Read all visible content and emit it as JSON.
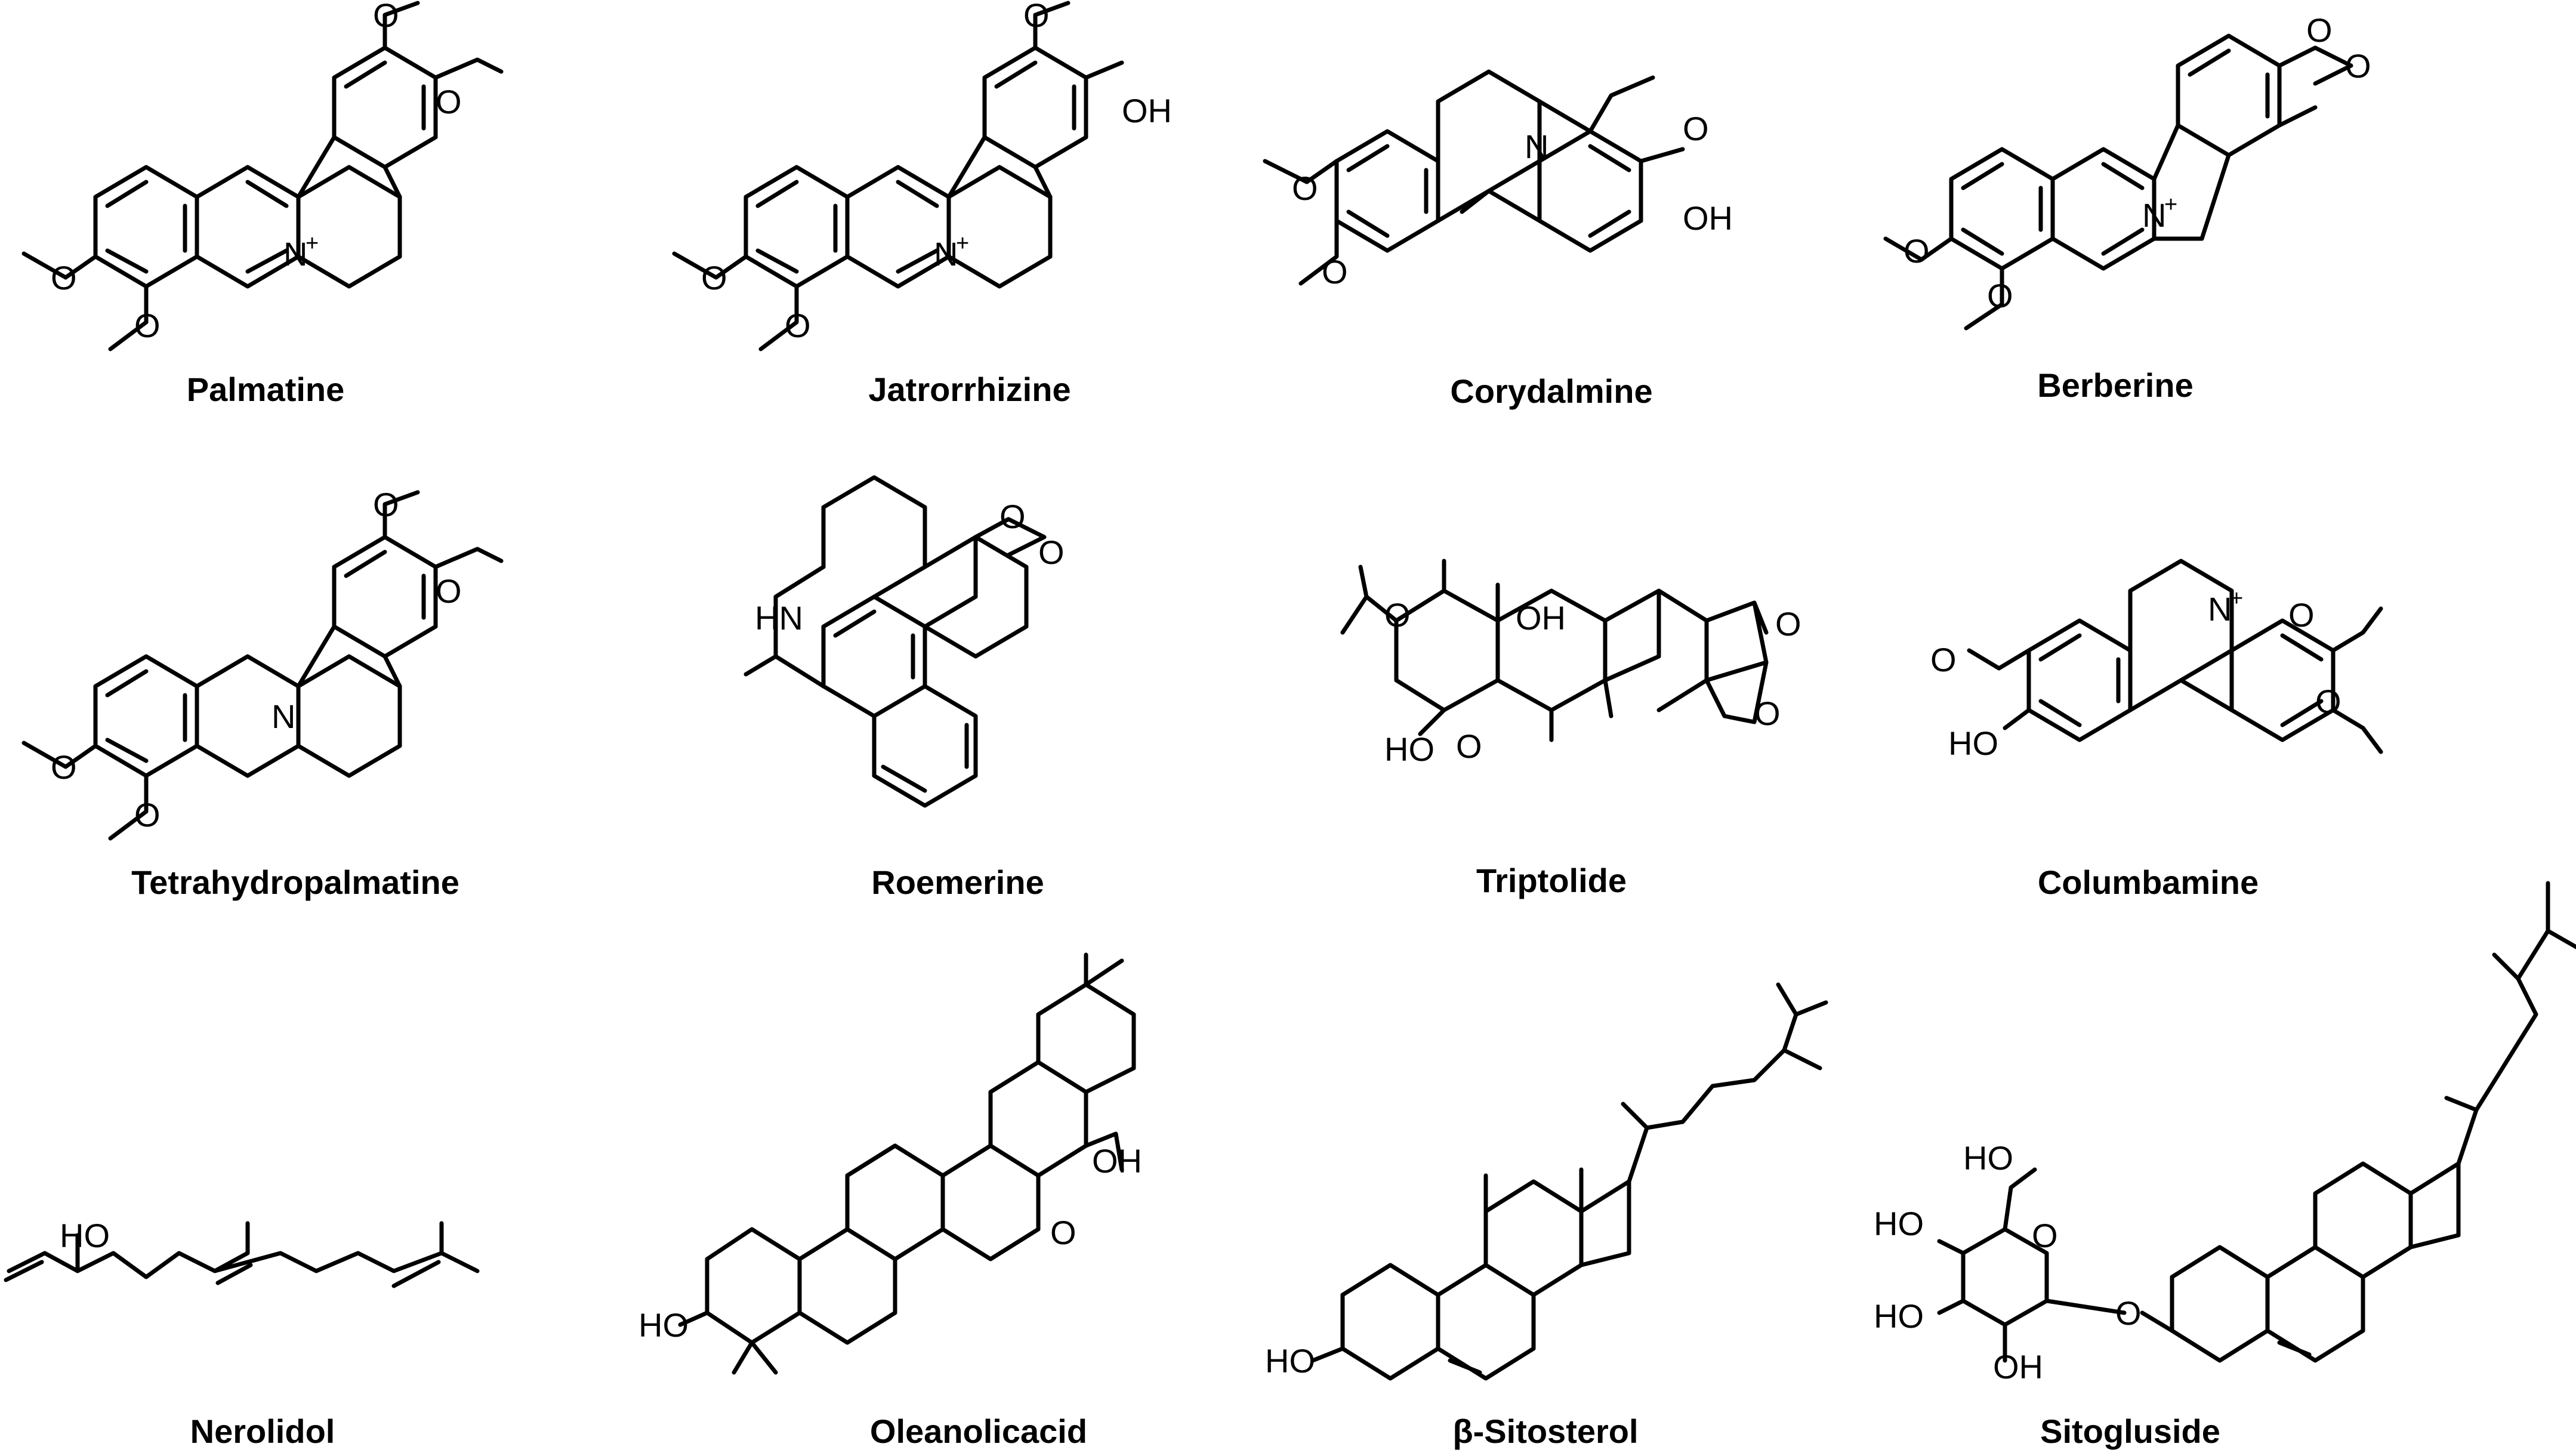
{
  "compounds": [
    {
      "name": "Palmatine"
    },
    {
      "name": "Jatrorrhizine"
    },
    {
      "name": "Corydalmine"
    },
    {
      "name": "Berberine"
    },
    {
      "name": "Tetrahydropalmatine"
    },
    {
      "name": "Roemerine"
    },
    {
      "name": "Triptolide"
    },
    {
      "name": "Columbamine"
    },
    {
      "name": "Nerolidol"
    },
    {
      "name": "Oleanolicacid"
    },
    {
      "name": "β-Sitosterol"
    },
    {
      "name": "Sitogluside"
    }
  ],
  "atoms": {
    "oxygen": "O",
    "hydroxyl": "OH",
    "hydroxyl_left": "HO",
    "nitrogen": "N",
    "amine": "HN",
    "charge": "+"
  }
}
